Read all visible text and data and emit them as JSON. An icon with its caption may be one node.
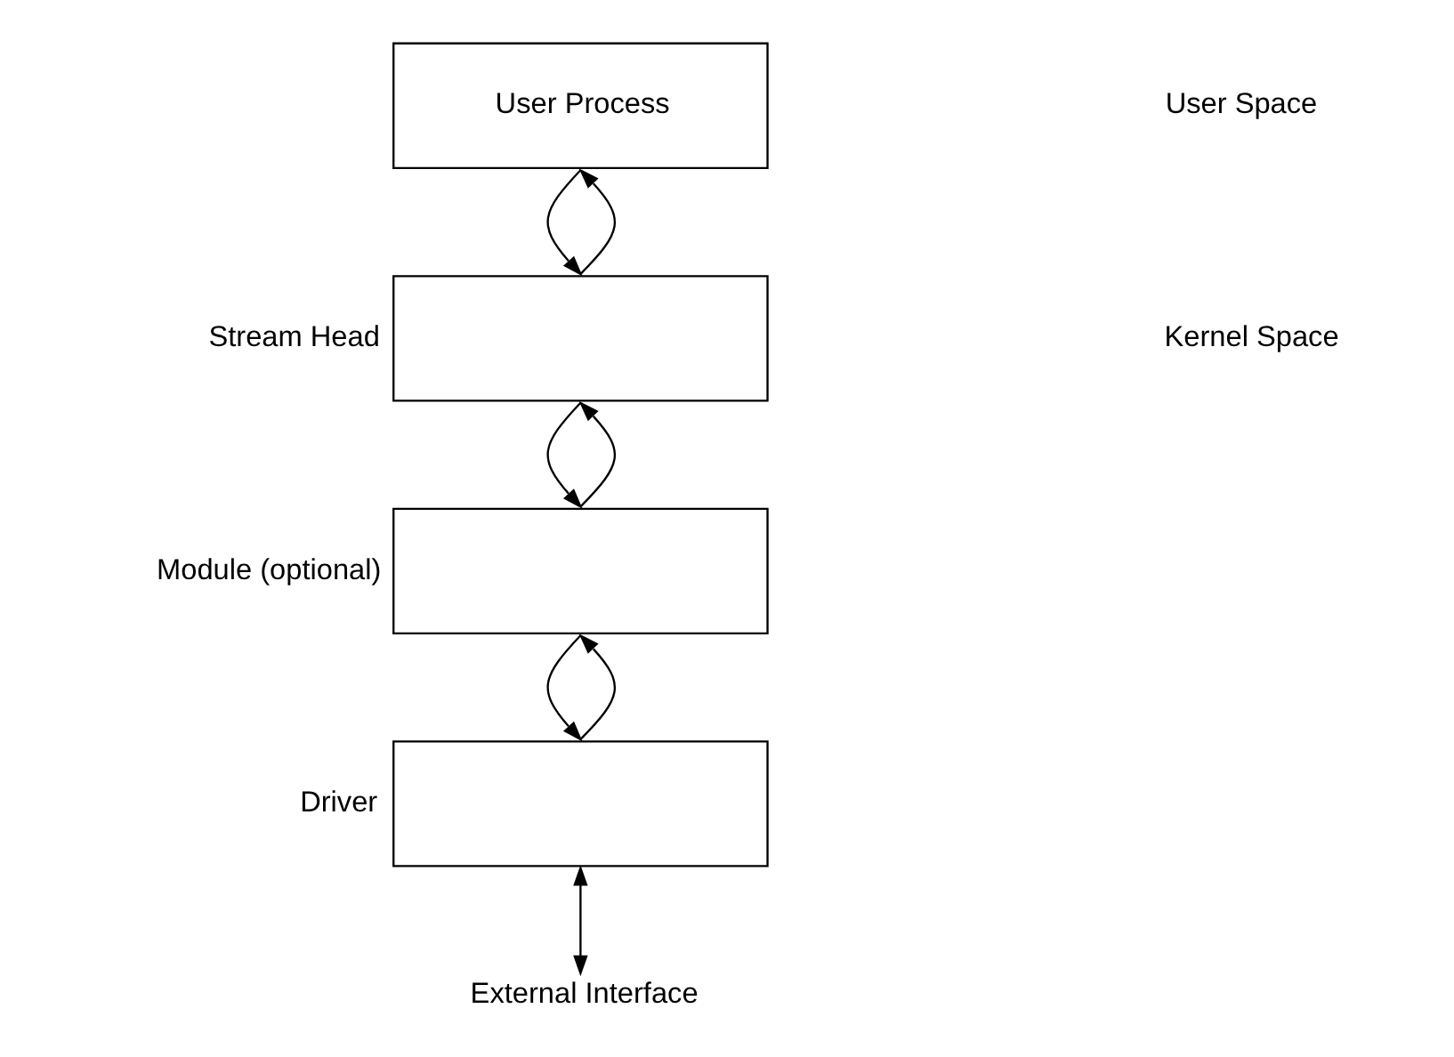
{
  "diagram": {
    "nodes": [
      {
        "text": [
          "User Process"
        ]
      },
      {
        "text": [],
        "shape": "box",
        "beside": [
          "Stream Head"
        ]
      },
      {
        "text": [],
        "shape": "box",
        "beside": [
          "Module (optional)"
        ]
      },
      {
        "text": [],
        "shape": "box",
        "beside": [
          "Driver"
        ]
      },
      {
        "text": [
          "External Interface"
        ]
      }
    ],
    "edges": [
      {
        "from": 0,
        "to": 1,
        "arrow": "to"
      },
      {
        "from": 1,
        "to": 0,
        "arrow": "to"
      },
      {
        "from": 1,
        "to": 2,
        "arrow": "to"
      },
      {
        "from": 2,
        "to": 1,
        "arrow": "to"
      },
      {
        "from": 2,
        "to": 3,
        "arrow": "to"
      },
      {
        "from": 3,
        "to": 2,
        "arrow": "to"
      },
      {
        "from": 3,
        "to": 4,
        "arrow": "both"
      }
    ],
    "labels": [
      "User Space",
      "Kernel Space"
    ]
  }
}
